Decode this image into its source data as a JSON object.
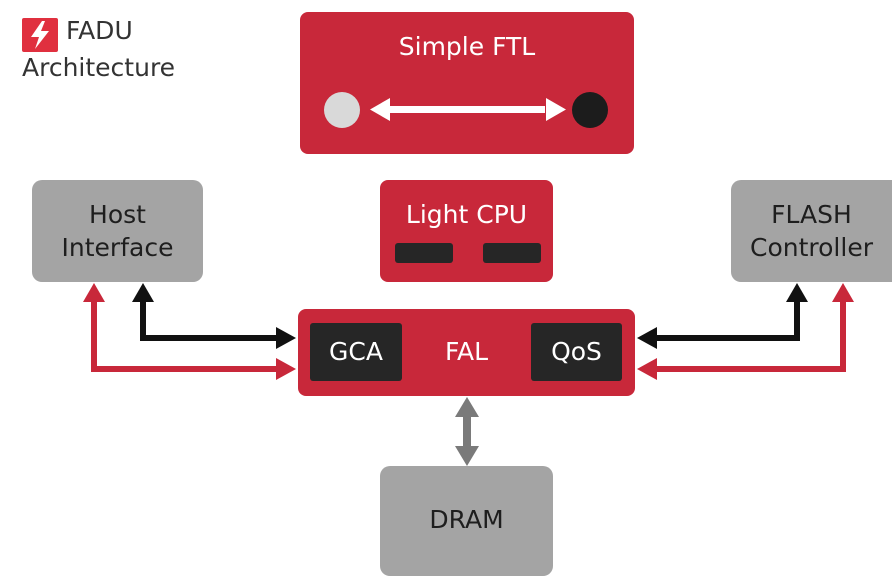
{
  "header": {
    "brand": "FADU",
    "subtitle": "Architecture",
    "logo_color": "#e0303f"
  },
  "blocks": {
    "simple_ftl": "Simple FTL",
    "light_cpu": "Light CPU",
    "host_interface": [
      "Host",
      "Interface"
    ],
    "flash_controller": [
      "FLASH",
      "Controller"
    ],
    "fal": "FAL",
    "gca": "GCA",
    "qos": "QoS",
    "dram": "DRAM"
  },
  "colors": {
    "red": "#c8283a",
    "grey": "#a4a4a4",
    "dark": "#262626",
    "arrow_black": "#111111",
    "arrow_grey": "#7a7a7a"
  }
}
